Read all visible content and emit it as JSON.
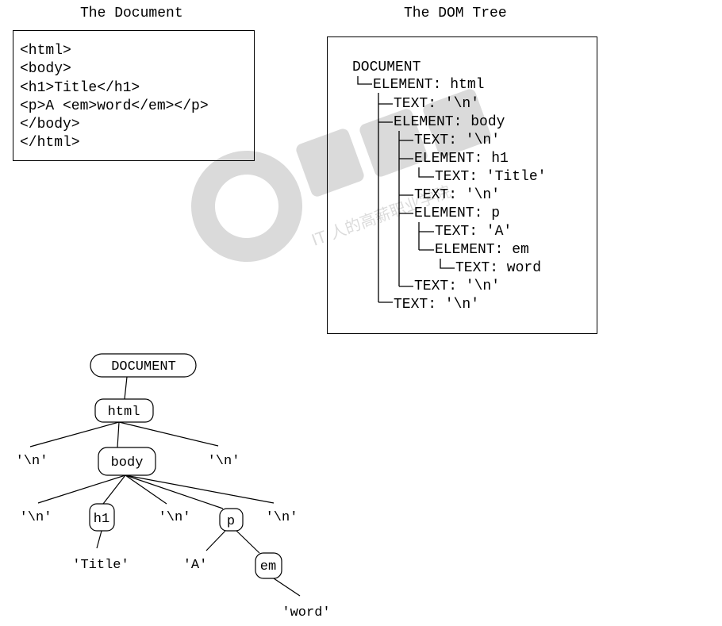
{
  "document_panel": {
    "title": "The Document",
    "lines": [
      "<html>",
      "<body>",
      "<h1>Title</h1>",
      "<p>A <em>word</em></p>",
      "</body>",
      "</html>"
    ]
  },
  "dom_panel": {
    "title": "The DOM Tree",
    "lines": [
      {
        "text": "DOCUMENT",
        "depth": 0
      },
      {
        "text": "ELEMENT: html",
        "depth": 1
      },
      {
        "text": "TEXT: '\\n'",
        "depth": 2
      },
      {
        "text": "ELEMENT: body",
        "depth": 2
      },
      {
        "text": "TEXT: '\\n'",
        "depth": 3
      },
      {
        "text": "ELEMENT: h1",
        "depth": 3
      },
      {
        "text": "TEXT: 'Title'",
        "depth": 4
      },
      {
        "text": "TEXT: '\\n'",
        "depth": 3
      },
      {
        "text": "ELEMENT: p",
        "depth": 3
      },
      {
        "text": "TEXT: 'A'",
        "depth": 4
      },
      {
        "text": "ELEMENT: em",
        "depth": 4
      },
      {
        "text": "TEXT: word",
        "depth": 5
      },
      {
        "text": "TEXT: '\\n'",
        "depth": 3
      },
      {
        "text": "TEXT: '\\n'",
        "depth": 2
      }
    ]
  },
  "tree_diagram": {
    "nodes": {
      "document": "DOCUMENT",
      "html": "html",
      "html_text_left": "'\\n'",
      "body": "body",
      "html_text_right": "'\\n'",
      "body_text_1": "'\\n'",
      "h1": "h1",
      "body_text_2": "'\\n'",
      "p": "p",
      "body_text_3": "'\\n'",
      "title_text": "'Title'",
      "a_text": "'A'",
      "em": "em",
      "word_text": "'word'"
    }
  },
  "watermark": {
    "caption": "IT 人的高薪职业学院"
  }
}
